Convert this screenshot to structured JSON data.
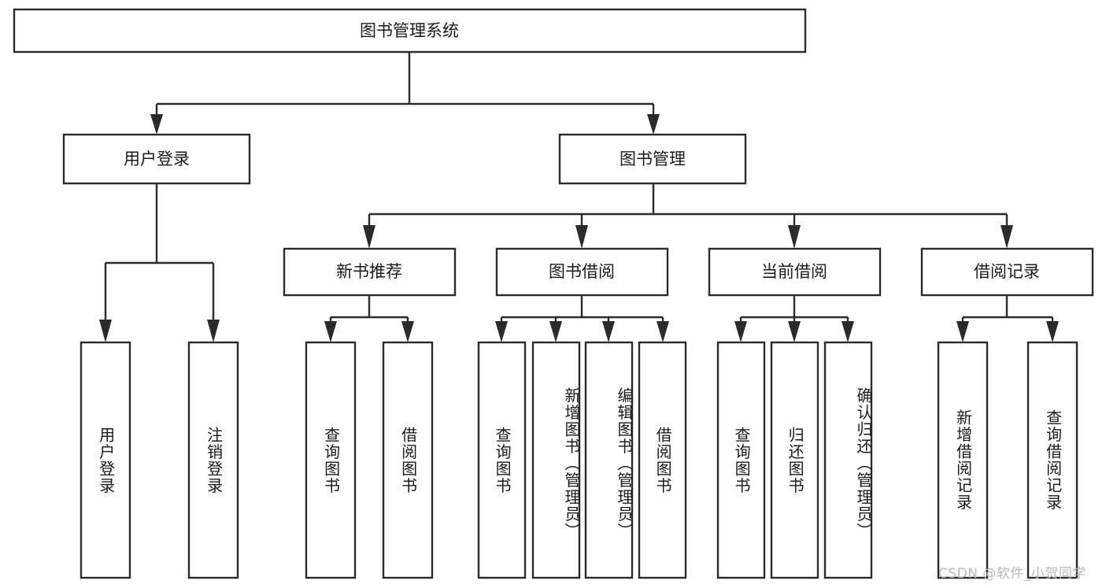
{
  "diagram": {
    "type": "hierarchy-tree",
    "title": "图书管理系统",
    "orientation": "top-down",
    "colors": {
      "box_stroke": "#2b2b2b",
      "box_fill": "#ffffff",
      "connector": "#2b2b2b",
      "text": "#1a1a1a",
      "watermark": "#b9b9b9",
      "background": "#ffffff"
    },
    "root": {
      "label": "图书管理系统"
    },
    "level2": [
      {
        "id": "user-login",
        "label": "用户登录"
      },
      {
        "id": "book-management",
        "label": "图书管理"
      }
    ],
    "level3": [
      {
        "id": "new-book-recommend",
        "label": "新书推荐",
        "parent": "book-management"
      },
      {
        "id": "book-borrow",
        "label": "图书借阅",
        "parent": "book-management"
      },
      {
        "id": "current-borrow",
        "label": "当前借阅",
        "parent": "book-management"
      },
      {
        "id": "borrow-record",
        "label": "借阅记录",
        "parent": "book-management"
      }
    ],
    "leaves": [
      {
        "id": "leaf-user-login",
        "label": "用户登录",
        "parent": "user-login"
      },
      {
        "id": "leaf-logout-login",
        "label": "注销登录",
        "parent": "user-login"
      },
      {
        "id": "leaf-query-book-1",
        "label": "查询图书",
        "parent": "new-book-recommend"
      },
      {
        "id": "leaf-borrow-book-1",
        "label": "借阅图书",
        "parent": "new-book-recommend"
      },
      {
        "id": "leaf-query-book-2",
        "label": "查询图书",
        "parent": "book-borrow"
      },
      {
        "id": "leaf-add-book",
        "label": "新增图书（管理员）",
        "parent": "book-borrow"
      },
      {
        "id": "leaf-edit-book",
        "label": "编辑图书（管理员）",
        "parent": "book-borrow"
      },
      {
        "id": "leaf-borrow-book-2",
        "label": "借阅图书",
        "parent": "book-borrow"
      },
      {
        "id": "leaf-query-book-3",
        "label": "查询图书",
        "parent": "current-borrow"
      },
      {
        "id": "leaf-return-book",
        "label": "归还图书",
        "parent": "current-borrow"
      },
      {
        "id": "leaf-confirm-return",
        "label": "确认归还（管理员）",
        "parent": "current-borrow"
      },
      {
        "id": "leaf-add-record",
        "label": "新增借阅记录",
        "parent": "borrow-record"
      },
      {
        "id": "leaf-query-record",
        "label": "查询借阅记录",
        "parent": "borrow-record"
      }
    ],
    "watermark": "CSDN @软件_小贺同学"
  }
}
